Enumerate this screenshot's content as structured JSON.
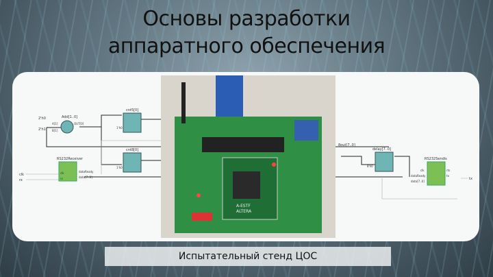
{
  "slide": {
    "title_line1": "Основы разработки",
    "title_line2": "аппаратного обеспечения",
    "caption": "Испытательный стенд ЦОС"
  },
  "schematic": {
    "left": {
      "adder": "Add[1..0]",
      "adder_in_a": "2'h0",
      "adder_in_b": "2'h1",
      "adder_port_a": "A[1]",
      "adder_port_b": "B[1]",
      "adder_out": "OUT[0]",
      "reg1": "cnt5[0]",
      "reg2": "cnt8[0]",
      "reg_const": "1'h0",
      "receiver": "RS232Receiver",
      "rx_port_clk": "clk",
      "rx_port_rx": "rx",
      "rx_out1": "dataReady",
      "rx_out2": "data[7..0]",
      "input_clk": "clk",
      "input_rx": "rx"
    },
    "right": {
      "bus": "8out[7..0]",
      "delay": "delay[7..0]",
      "delay_const": "8'h0",
      "sender": "RS232Sendis",
      "tx_in1": "clk",
      "tx_in2": "dataReady",
      "tx_in3": "data[7..0]",
      "tx_out1": "rts",
      "tx_out2": "tx",
      "output_tx": "tx"
    }
  },
  "photo": {
    "board_label1": "A-ESTF",
    "board_label2": "ALTERA"
  },
  "colors": {
    "register": "#6fb5b5",
    "module": "#7cc055",
    "panel": "#f7f8f8"
  }
}
